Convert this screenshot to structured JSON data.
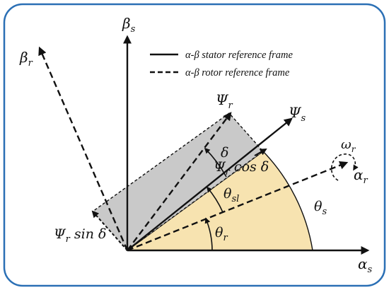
{
  "legend": {
    "solid": "α-β  stator reference frame",
    "dashed": "α-β  rotor reference frame"
  },
  "labels": {
    "beta_s": {
      "main": "β",
      "sub": "s"
    },
    "beta_r": {
      "main": "β",
      "sub": "r"
    },
    "alpha_s": {
      "main": "α",
      "sub": "s"
    },
    "alpha_r": {
      "main": "α",
      "sub": "r"
    },
    "psi_r": {
      "main": "Ψ",
      "sub": "r"
    },
    "psi_s": {
      "main": "Ψ",
      "sub": "s"
    },
    "psi_r_cos": {
      "main": "Ψ",
      "sub": "r",
      "rest": " cos δ"
    },
    "psi_r_sin": {
      "main": "Ψ",
      "sub": "r",
      "rest": " sin δ"
    },
    "omega_r": {
      "main": "ω",
      "sub": "r"
    },
    "theta_s": {
      "main": "θ",
      "sub": "s"
    },
    "theta_sl": {
      "main": "θ",
      "sub": "sl"
    },
    "theta_r": {
      "main": "θ",
      "sub": "r"
    },
    "delta": "δ"
  },
  "colors": {
    "frame_border": "#2a6fb5",
    "wedge_fill": "#f7e3b0",
    "rect_fill": "#c9c9c9",
    "line": "#111111"
  }
}
